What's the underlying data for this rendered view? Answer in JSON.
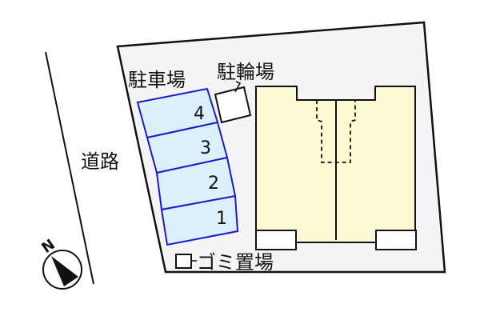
{
  "labels": {
    "parking": "駐車場",
    "bicycle_parking": "駐輪場",
    "road": "道路",
    "garbage": "ゴミ置場",
    "north": "N"
  },
  "parking_spaces": [
    "4",
    "3",
    "2",
    "1"
  ],
  "colors": {
    "lot_fill": "#f4f4f6",
    "parking_fill": "#dcf0fb",
    "parking_stroke": "#1a1acc",
    "building_fill": "#fdf9d2",
    "line": "#111111",
    "white": "#ffffff"
  }
}
